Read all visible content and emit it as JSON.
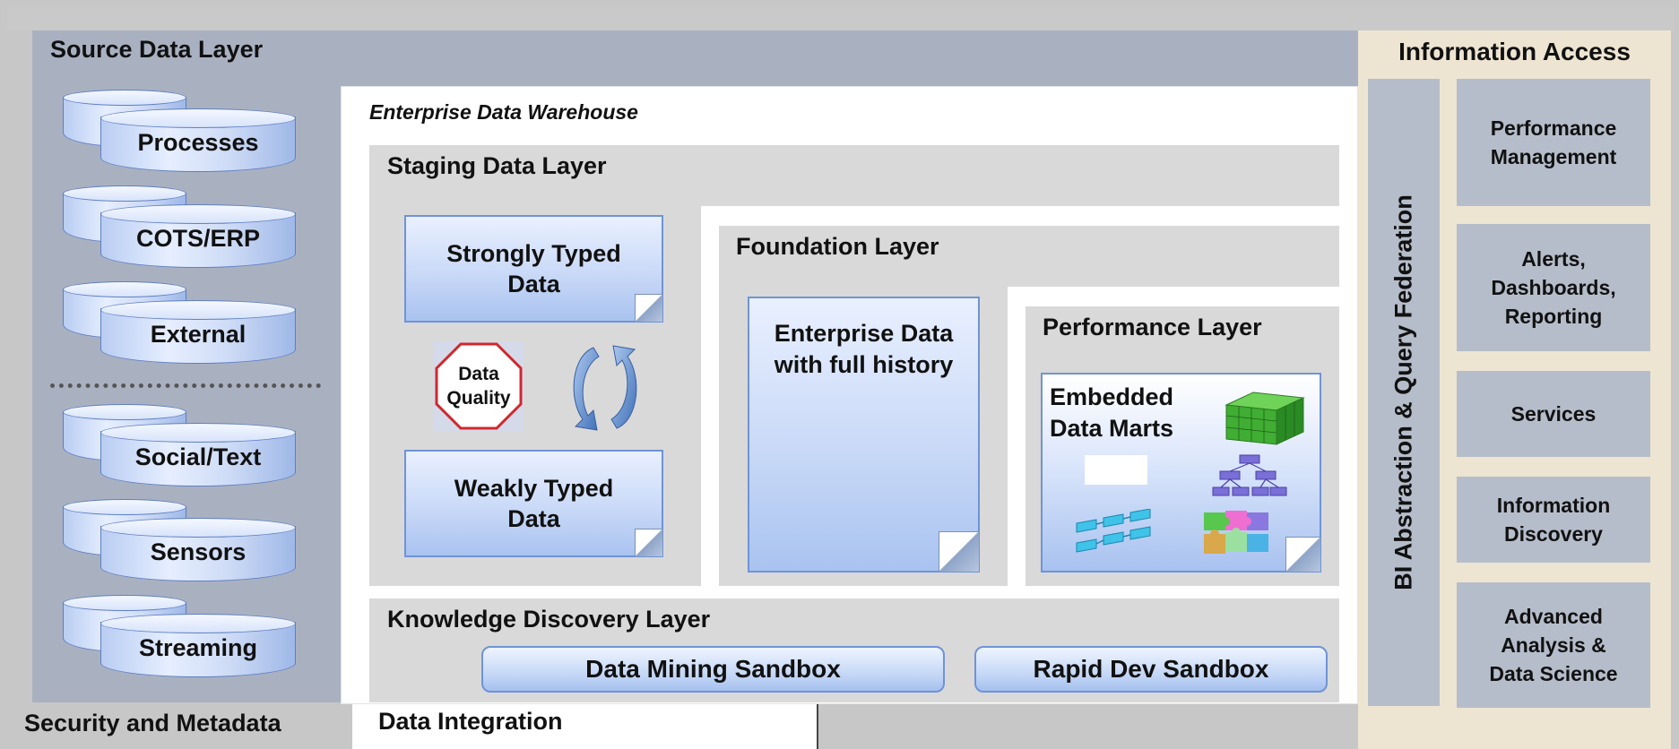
{
  "source_layer": {
    "title": "Source Data Layer",
    "sources": [
      "Processes",
      "COTS/ERP",
      "External",
      "Social/Text",
      "Sensors",
      "Streaming"
    ]
  },
  "edw": {
    "title": "Enterprise Data Warehouse",
    "staging": {
      "title": "Staging Data Layer",
      "strong": "Strongly Typed\nData",
      "weak": "Weakly Typed\nData",
      "quality": "Data\nQuality"
    },
    "foundation": {
      "title": "Foundation Layer",
      "box": "Enterprise Data\nwith full history"
    },
    "performance": {
      "title": "Performance Layer",
      "marts": "Embedded\nData Marts"
    },
    "knowledge": {
      "title": "Knowledge Discovery Layer",
      "sandboxes": [
        "Data Mining Sandbox",
        "Rapid Dev Sandbox"
      ]
    }
  },
  "information_access": {
    "title": "Information Access",
    "federation": "BI Abstraction & Query Federation",
    "items": [
      "Performance\nManagement",
      "Alerts,\nDashboards,\nReporting",
      "Services",
      "Information\nDiscovery",
      "Advanced\nAnalysis &\nData Science"
    ]
  },
  "footer": {
    "security": "Security and Metadata",
    "integration": "Data Integration"
  },
  "colors": {
    "outer_gray": "#c7c7c7",
    "source_layer": "#a9b1c1",
    "layer_gray": "#d9d9d9",
    "access_beige": "#ede4d2",
    "access_item": "#b6bdca",
    "box_blue": "#c9d9f7",
    "box_border": "#6f93d6"
  }
}
